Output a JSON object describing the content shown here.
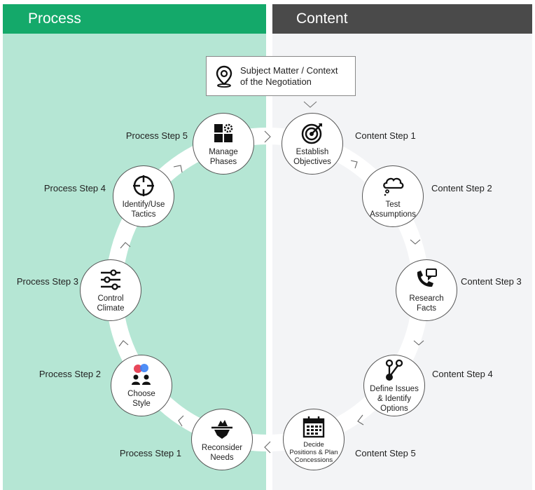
{
  "headers": {
    "process": "Process",
    "content": "Content"
  },
  "colors": {
    "process_header": "#14a96a",
    "process_panel": "#b5e6d4",
    "content_header": "#4a4a4a",
    "content_panel": "#f3f4f6",
    "ring": "#ffffff"
  },
  "subject": {
    "text": "Subject Matter / Context\nof the Negotiation",
    "icon": "location-pin-icon"
  },
  "process_steps": [
    {
      "step_label": "Process Step 1",
      "node_label": "Reconsider\nNeeds",
      "icon": "iceberg-icon"
    },
    {
      "step_label": "Process Step 2",
      "node_label": "Choose\nStyle",
      "icon": "people-chat-icon"
    },
    {
      "step_label": "Process Step 3",
      "node_label": "Control\nClimate",
      "icon": "sliders-icon"
    },
    {
      "step_label": "Process Step 4",
      "node_label": "Identify/Use\nTactics",
      "icon": "crosshair-icon"
    },
    {
      "step_label": "Process Step 5",
      "node_label": "Manage\nPhases",
      "icon": "blocks-gear-icon"
    }
  ],
  "content_steps": [
    {
      "step_label": "Content Step 1",
      "node_label": "Establish\nObjectives",
      "icon": "target-icon"
    },
    {
      "step_label": "Content Step 2",
      "node_label": "Test\nAssumptions",
      "icon": "thought-cloud-icon"
    },
    {
      "step_label": "Content Step 3",
      "node_label": "Research\nFacts",
      "icon": "phone-chat-icon"
    },
    {
      "step_label": "Content Step 4",
      "node_label": "Define Issues\n& Identify\nOptions",
      "icon": "network-icon"
    },
    {
      "step_label": "Content Step 5",
      "node_label": "Decide\nPositions & Plan\nConcessions",
      "icon": "calendar-icon"
    }
  ]
}
